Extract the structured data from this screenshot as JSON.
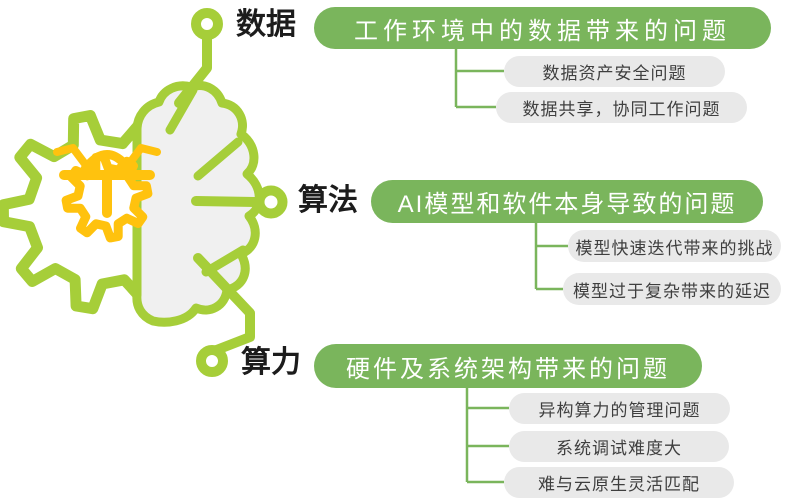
{
  "title": "AI infrastructure problem mind map",
  "colors": {
    "lime": "#a6ce39",
    "green": "#7ab55c",
    "child_box": "#e9e9e9",
    "child_text": "#3f3f3f",
    "header_text": "#ffffff",
    "label_text": "#1c1c1c",
    "bug_yellow": "#ffc20e",
    "brain_fill": "#f0f0f0"
  },
  "icons": {
    "gear": "gear-icon",
    "brain": "brain-icon",
    "bug": "bug-icon",
    "node": "branch-node-icon"
  },
  "branches": [
    {
      "label": "数据",
      "header": "工作环境中的数据带来的问题",
      "children": [
        "数据资产安全问题",
        "数据共享，协同工作问题"
      ]
    },
    {
      "label": "算法",
      "header": "AI模型和软件本身导致的问题",
      "children": [
        "模型快速迭代带来的挑战",
        "模型过于复杂带来的延迟"
      ]
    },
    {
      "label": "算力",
      "header": "硬件及系统架构带来的问题",
      "children": [
        "异构算力的管理问题",
        "系统调试难度大",
        "难与云原生灵活匹配"
      ]
    }
  ]
}
